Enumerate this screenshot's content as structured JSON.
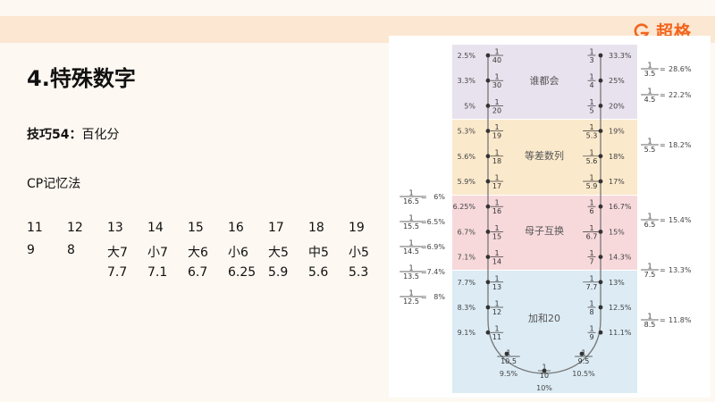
{
  "brand": {
    "name": "超格",
    "color": "#f2641d"
  },
  "title": "4.特殊数字",
  "technique": {
    "label": "技巧54：",
    "text": "百化分"
  },
  "cp_label": "CP记忆法",
  "grid": {
    "rows": [
      [
        "11",
        "12",
        "13",
        "14",
        "15",
        "16",
        "17",
        "18",
        "19"
      ],
      [
        "9",
        "8",
        "大7",
        "小7",
        "大6",
        "小6",
        "大5",
        "中5",
        "小5"
      ],
      [
        "",
        "",
        "7.7",
        "7.1",
        "6.7",
        "6.25",
        "5.9",
        "5.6",
        "5.3"
      ]
    ]
  },
  "diagram": {
    "sections": [
      {
        "name": "谁都会",
        "color": "#e8e2ee"
      },
      {
        "name": "等差数列",
        "color": "#fbe9cc"
      },
      {
        "name": "母子互换",
        "color": "#f7d9dc"
      },
      {
        "name": "加和20",
        "color": "#dcebf4"
      }
    ],
    "left": [
      {
        "pct": "2.5%",
        "den": "40"
      },
      {
        "pct": "3.3%",
        "den": "30"
      },
      {
        "pct": "5%",
        "den": "20"
      },
      {
        "pct": "5.3%",
        "den": "19"
      },
      {
        "pct": "5.6%",
        "den": "18"
      },
      {
        "pct": "5.9%",
        "den": "17"
      },
      {
        "pct": "6.25%",
        "den": "16"
      },
      {
        "pct": "6.7%",
        "den": "15"
      },
      {
        "pct": "7.1%",
        "den": "14"
      },
      {
        "pct": "7.7%",
        "den": "13"
      },
      {
        "pct": "8.3%",
        "den": "12"
      },
      {
        "pct": "9.1%",
        "den": "11"
      }
    ],
    "right": [
      {
        "pct": "33.3%",
        "den": "3"
      },
      {
        "pct": "25%",
        "den": "4"
      },
      {
        "pct": "20%",
        "den": "5"
      },
      {
        "pct": "19%",
        "den": "5.3"
      },
      {
        "pct": "18%",
        "den": "5.6"
      },
      {
        "pct": "17%",
        "den": "5.9"
      },
      {
        "pct": "16.7%",
        "den": "6"
      },
      {
        "pct": "15%",
        "den": "6.7"
      },
      {
        "pct": "14.3%",
        "den": "7"
      },
      {
        "pct": "13%",
        "den": "7.7"
      },
      {
        "pct": "12.5%",
        "den": "8"
      },
      {
        "pct": "11.1%",
        "den": "9"
      }
    ],
    "bottom": [
      {
        "pct": "9.5%",
        "den": "10.5"
      },
      {
        "pct": "10%",
        "den": "10"
      },
      {
        "pct": "10.5%",
        "den": "9.5"
      }
    ],
    "far_left": [
      {
        "den": "16.5",
        "pct": "6%"
      },
      {
        "den": "15.5",
        "pct": "6.5%"
      },
      {
        "den": "14.5",
        "pct": "6.9%"
      },
      {
        "den": "13.5",
        "pct": "7.4%"
      },
      {
        "den": "12.5",
        "pct": "8%"
      }
    ],
    "far_right": [
      {
        "den": "3.5",
        "pct": "28.6%"
      },
      {
        "den": "4.5",
        "pct": "22.2%"
      },
      {
        "den": "5.5",
        "pct": "18.2%"
      },
      {
        "den": "6.5",
        "pct": "15.4%"
      },
      {
        "den": "7.5",
        "pct": "13.3%"
      },
      {
        "den": "8.5",
        "pct": "11.8%"
      }
    ]
  }
}
